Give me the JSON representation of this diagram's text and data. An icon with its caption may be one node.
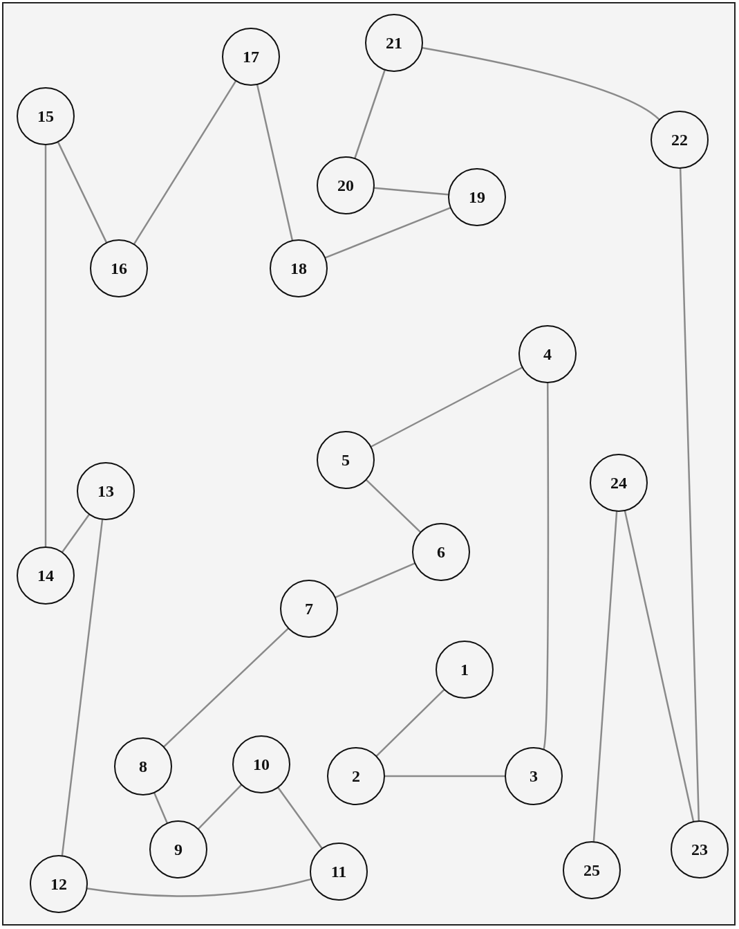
{
  "diagram": {
    "nodes": [
      {
        "text": [
          "1"
        ]
      },
      {
        "text": [
          "2"
        ]
      },
      {
        "text": [
          "3"
        ]
      },
      {
        "text": [
          "4"
        ]
      },
      {
        "text": [
          "5"
        ]
      },
      {
        "text": [
          "6"
        ]
      },
      {
        "text": [
          "7"
        ]
      },
      {
        "text": [
          "8"
        ]
      },
      {
        "text": [
          "9"
        ]
      },
      {
        "text": [
          "10"
        ]
      },
      {
        "text": [
          "11"
        ]
      },
      {
        "text": [
          "12"
        ]
      },
      {
        "text": [
          "13"
        ]
      },
      {
        "text": [
          "14"
        ]
      },
      {
        "text": [
          "15"
        ]
      },
      {
        "text": [
          "16"
        ]
      },
      {
        "text": [
          "17"
        ]
      },
      {
        "text": [
          "18"
        ]
      },
      {
        "text": [
          "19"
        ]
      },
      {
        "text": [
          "20"
        ]
      },
      {
        "text": [
          "21"
        ]
      },
      {
        "text": [
          "22"
        ]
      },
      {
        "text": [
          "23"
        ]
      },
      {
        "text": [
          "24"
        ]
      },
      {
        "text": [
          "25"
        ]
      }
    ],
    "edges": [
      {
        "from": 0,
        "to": 1,
        "arrow": "none"
      },
      {
        "from": 1,
        "to": 2,
        "arrow": "none"
      },
      {
        "from": 2,
        "to": 3,
        "arrow": "none"
      },
      {
        "from": 3,
        "to": 4,
        "arrow": "none"
      },
      {
        "from": 4,
        "to": 5,
        "arrow": "none"
      },
      {
        "from": 5,
        "to": 6,
        "arrow": "none"
      },
      {
        "from": 6,
        "to": 7,
        "arrow": "none"
      },
      {
        "from": 7,
        "to": 8,
        "arrow": "none"
      },
      {
        "from": 8,
        "to": 9,
        "arrow": "none"
      },
      {
        "from": 9,
        "to": 10,
        "arrow": "none"
      },
      {
        "from": 10,
        "to": 11,
        "arrow": "none"
      },
      {
        "from": 11,
        "to": 12,
        "arrow": "none"
      },
      {
        "from": 12,
        "to": 13,
        "arrow": "none"
      },
      {
        "from": 13,
        "to": 14,
        "arrow": "none"
      },
      {
        "from": 14,
        "to": 15,
        "arrow": "none"
      },
      {
        "from": 15,
        "to": 16,
        "arrow": "none"
      },
      {
        "from": 16,
        "to": 17,
        "arrow": "none"
      },
      {
        "from": 17,
        "to": 18,
        "arrow": "none"
      },
      {
        "from": 18,
        "to": 19,
        "arrow": "none"
      },
      {
        "from": 19,
        "to": 20,
        "arrow": "none"
      },
      {
        "from": 20,
        "to": 21,
        "arrow": "none"
      },
      {
        "from": 21,
        "to": 22,
        "arrow": "none"
      },
      {
        "from": 22,
        "to": 23,
        "arrow": "none"
      },
      {
        "from": 23,
        "to": 24,
        "arrow": "none"
      }
    ]
  }
}
